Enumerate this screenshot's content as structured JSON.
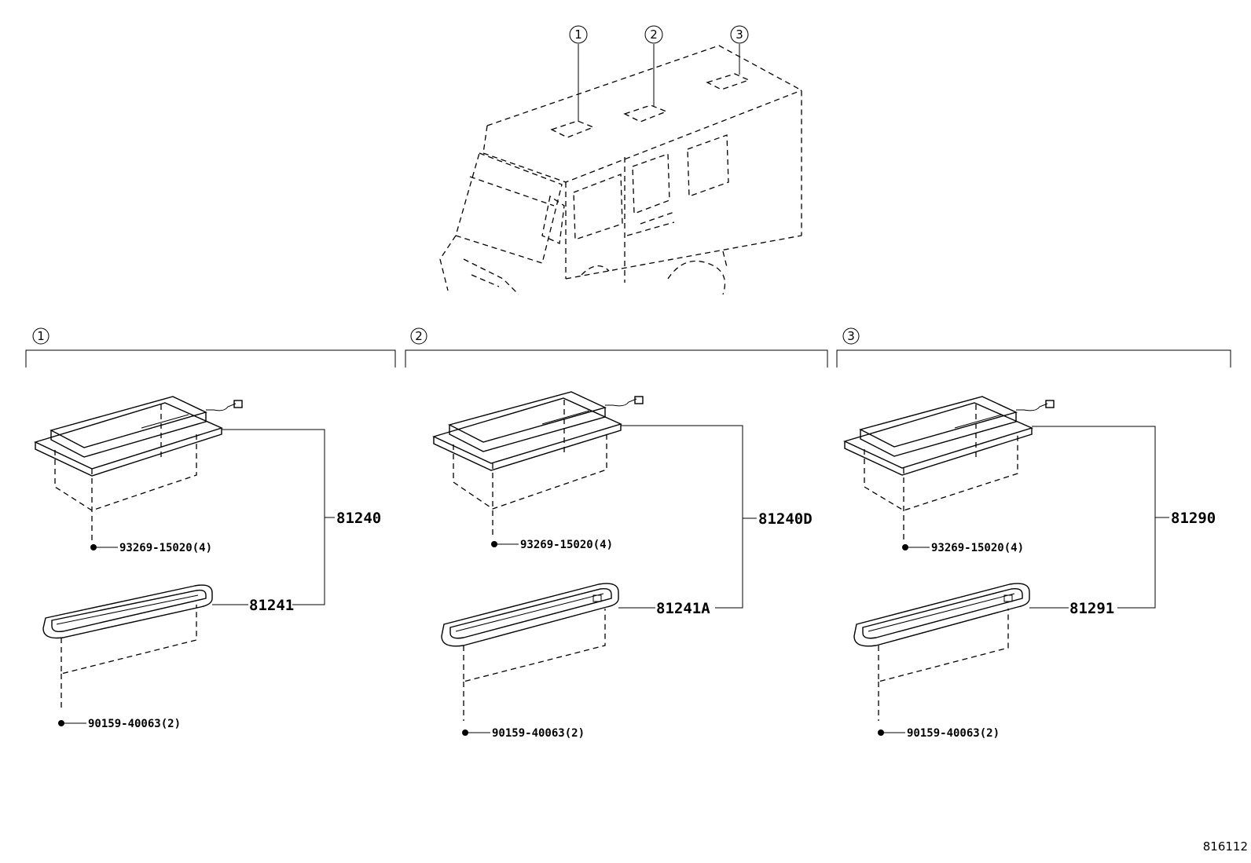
{
  "callouts": [
    "1",
    "2",
    "3"
  ],
  "groups": [
    {
      "id": "1",
      "assembly": "81240",
      "lens": "81241",
      "screw_top": "93269-15020(4)",
      "screw_bottom": "90159-40063(2)"
    },
    {
      "id": "2",
      "assembly": "81240D",
      "lens": "81241A",
      "screw_top": "93269-15020(4)",
      "screw_bottom": "90159-40063(2)"
    },
    {
      "id": "3",
      "assembly": "81290",
      "lens": "81291",
      "screw_top": "93269-15020(4)",
      "screw_bottom": "90159-40063(2)"
    }
  ],
  "diagram_ref": "816112"
}
